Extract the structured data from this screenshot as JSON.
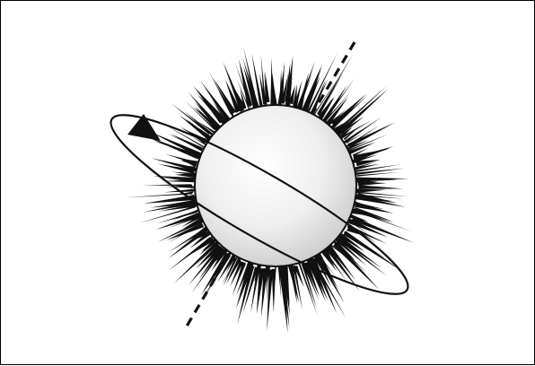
{
  "diagram": {
    "elements": [
      "star-sphere",
      "corona-rays",
      "orbit-ellipse",
      "rotation-axis",
      "direction-arrow"
    ],
    "colors": {
      "frame": "#000000",
      "background": "#ffffff",
      "sphere_highlight": "#ffffff",
      "sphere_shadow": "#c9c9c9",
      "ink": "#111111"
    },
    "style": {
      "axis": "dashed",
      "orbit": "solid-outline",
      "sphere_fill": "radial-gradient"
    }
  }
}
